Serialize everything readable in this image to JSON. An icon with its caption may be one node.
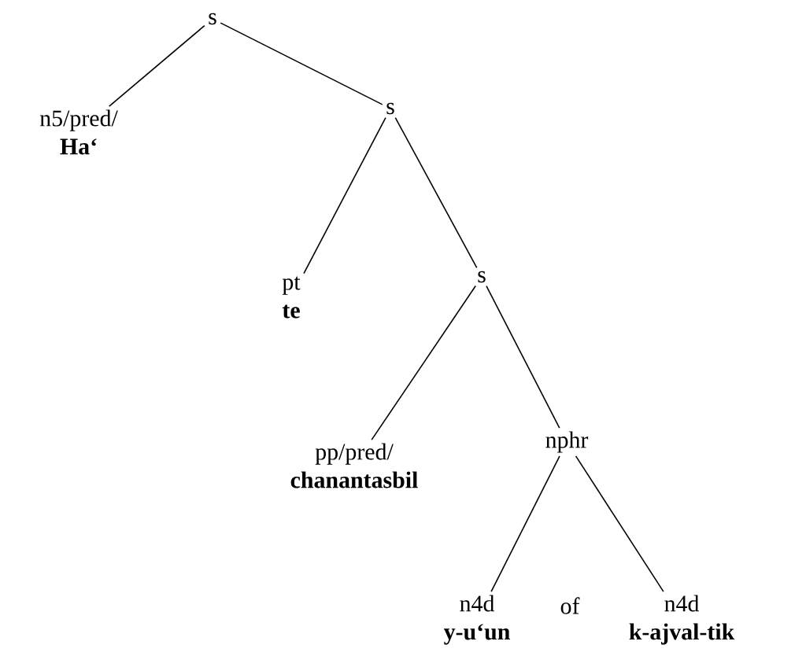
{
  "diagram": {
    "nodes": [
      {
        "text": [
          "s"
        ]
      },
      {
        "text": [
          "n5/pred/",
          "Ha‘"
        ]
      },
      {
        "text": [
          "s"
        ]
      },
      {
        "text": [
          "pt",
          "te"
        ]
      },
      {
        "text": [
          "s"
        ]
      },
      {
        "text": [
          "pp/pred/",
          "chanantasbil"
        ]
      },
      {
        "text": [
          "nphr"
        ]
      },
      {
        "text": [
          "n4d",
          "y-u‘un"
        ]
      },
      {
        "text": [
          "n4d",
          "k-ajval-tik"
        ]
      }
    ],
    "edges": [
      {
        "from": 0,
        "to": 1,
        "arrow": "none"
      },
      {
        "from": 0,
        "to": 2,
        "arrow": "none"
      },
      {
        "from": 2,
        "to": 3,
        "arrow": "none"
      },
      {
        "from": 2,
        "to": 4,
        "arrow": "none"
      },
      {
        "from": 4,
        "to": 5,
        "arrow": "none"
      },
      {
        "from": 4,
        "to": 6,
        "arrow": "none"
      },
      {
        "from": 6,
        "to": 7,
        "arrow": "none"
      },
      {
        "from": 6,
        "to": 8,
        "arrow": "none"
      }
    ],
    "labels": [
      "of"
    ]
  }
}
